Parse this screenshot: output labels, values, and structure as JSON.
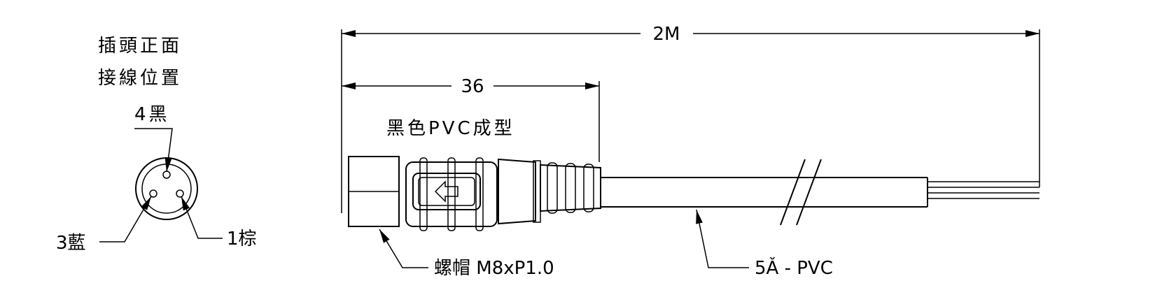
{
  "pin_view": {
    "title_line1": "插頭正面",
    "title_line2": "接線位置",
    "pin4_label": "4黑",
    "pin3_label": "3藍",
    "pin1_label": "1棕"
  },
  "dimensions": {
    "total_length": "2M",
    "molded_length": "36"
  },
  "labels": {
    "molding": "黑色PVC成型",
    "nut": "螺帽 M8xP1.0",
    "cable": "5Ǎ - PVC"
  }
}
